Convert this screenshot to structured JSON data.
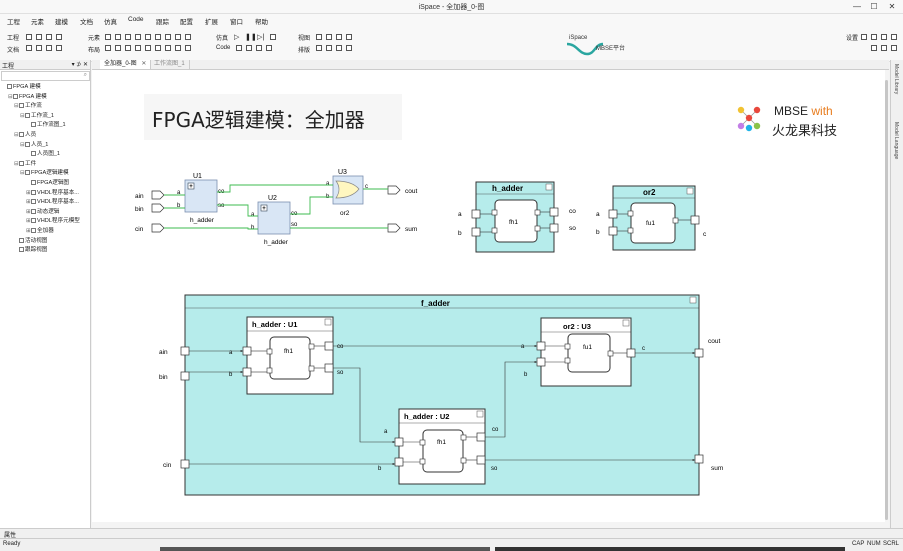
{
  "window": {
    "title": "iSpace - 全加器_0-图",
    "min": "—",
    "max": "☐",
    "close": "✕"
  },
  "menu": [
    "工程",
    "元素",
    "建模",
    "文档",
    "仿真",
    "Code",
    "跟踪",
    "配置",
    "扩展",
    "窗口",
    "帮助"
  ],
  "ribbon": {
    "left_labels": [
      "工程",
      "文档"
    ],
    "group_labels": [
      "元素",
      "布局",
      "仿真",
      "Code",
      "视图",
      "排版"
    ],
    "logo_top": "iSpace",
    "logo_bottom": "MBSE平台",
    "settings": "设置"
  },
  "left_panel": {
    "title": "工程",
    "pin": "▾ ⊅ ✕",
    "tree": [
      {
        "label": "FPGA 建模",
        "indent": 0,
        "toggle": ""
      },
      {
        "label": "FPGA    建模",
        "indent": 1,
        "toggle": "⊟"
      },
      {
        "label": "工作流",
        "indent": 2,
        "toggle": "⊟"
      },
      {
        "label": "工作流_1",
        "indent": 3,
        "toggle": "⊟"
      },
      {
        "label": "工作流图_1",
        "indent": 4,
        "toggle": ""
      },
      {
        "label": "人员",
        "indent": 2,
        "toggle": "⊟"
      },
      {
        "label": "人员_1",
        "indent": 3,
        "toggle": "⊟"
      },
      {
        "label": "人员图_1",
        "indent": 4,
        "toggle": ""
      },
      {
        "label": "工件",
        "indent": 2,
        "toggle": "⊟"
      },
      {
        "label": "FPGA逻辑建模",
        "indent": 3,
        "toggle": "⊟"
      },
      {
        "label": "FPGA逻辑图",
        "indent": 4,
        "toggle": ""
      },
      {
        "label": "VHDL程序基本...",
        "indent": 4,
        "toggle": "⊞"
      },
      {
        "label": "VHDL程序基本...",
        "indent": 4,
        "toggle": "⊞"
      },
      {
        "label": "动态逻辑",
        "indent": 4,
        "toggle": "⊞"
      },
      {
        "label": "VHDL程序元模型",
        "indent": 4,
        "toggle": "⊞"
      },
      {
        "label": "全加器",
        "indent": 4,
        "toggle": "⊞"
      },
      {
        "label": "活动视图",
        "indent": 2,
        "toggle": ""
      },
      {
        "label": "跟踪视图",
        "indent": 2,
        "toggle": ""
      }
    ]
  },
  "tabs": [
    {
      "label": "全加器_0-图",
      "close": "✕"
    },
    {
      "label": "工作流图_1",
      "close": ""
    }
  ],
  "right_strip": [
    "Model Library",
    "Model Language"
  ],
  "canvas": {
    "title": "FPGA逻辑建模：全加器",
    "logo_line1": "MBSE",
    "logo_with": "with",
    "logo_line2": "火龙果科技",
    "schematic": {
      "ports_in": [
        "ain",
        "bin",
        "cin"
      ],
      "ports_out": [
        "cout",
        "sum"
      ],
      "u1": {
        "name": "U1",
        "type": "h_adder",
        "a": "a",
        "b": "b",
        "co": "co",
        "so": "so"
      },
      "u2": {
        "name": "U2",
        "type": "h_adder",
        "a": "a",
        "b": "b",
        "co": "co",
        "so": "so"
      },
      "u3": {
        "name": "U3",
        "type": "or2",
        "a": "a",
        "b": "b",
        "c": "c"
      }
    },
    "h_adder_block": {
      "title": "h_adder",
      "inner": "fh1",
      "in1": "a",
      "in2": "b",
      "out1": "co",
      "out2": "so"
    },
    "or2_block": {
      "title": "or2",
      "inner": "fu1",
      "in1": "a",
      "in2": "b",
      "out": "c"
    },
    "f_adder": {
      "title": "f_adder",
      "in": [
        "ain",
        "bin",
        "cin"
      ],
      "out": [
        "cout",
        "sum"
      ],
      "u1": {
        "title": "h_adder : U1",
        "inner": "fh1",
        "a": "a",
        "b": "b",
        "co": "co",
        "so": "so"
      },
      "u2": {
        "title": "h_adder : U2",
        "inner": "fh1",
        "a": "a",
        "b": "b",
        "co": "co",
        "so": "so"
      },
      "u3": {
        "title": "or2 : U3",
        "inner": "fu1",
        "a": "a",
        "b": "b",
        "c": "c"
      }
    }
  },
  "bottom_tab": "属性",
  "status": {
    "left": "Ready",
    "right": [
      "CAP",
      "NUM",
      "SCRL"
    ]
  },
  "colors": {
    "block_fill": "#b6eceb",
    "schematic_box": "#d9e6f5",
    "accent": "#2a7ab8"
  }
}
